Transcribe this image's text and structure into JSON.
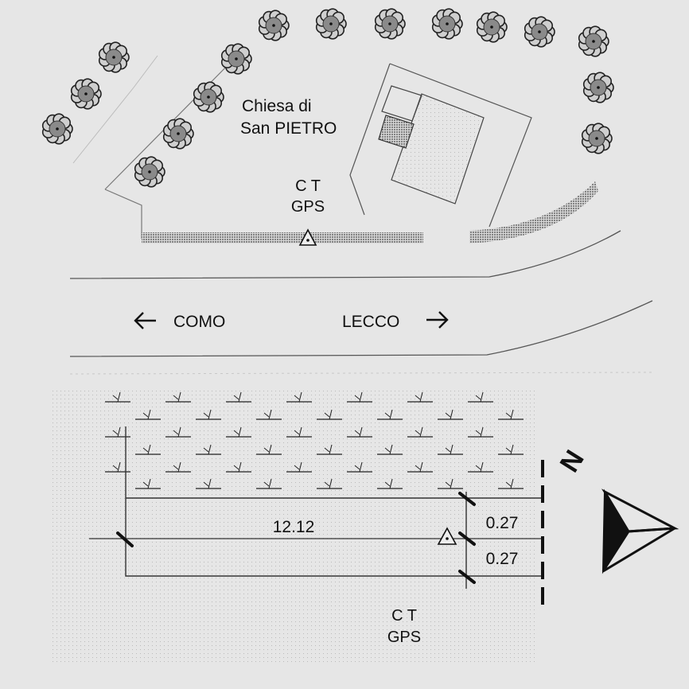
{
  "top_map": {
    "church_label_line1": "Chiesa di",
    "church_label_line2": "San PIETRO",
    "marker_label_line1": "C T",
    "marker_label_line2": "GPS",
    "direction_left": "COMO",
    "direction_right": "LECCO",
    "arrow_left_icon": "arrow-left-icon",
    "arrow_right_icon": "arrow-right-icon"
  },
  "bottom_sketch": {
    "distance_main": "12.12",
    "distance_upper": "0.27",
    "distance_lower": "0.27",
    "marker_label_line1": "C T",
    "marker_label_line2": "GPS",
    "north_label": "N",
    "north_arrow_icon": "north-arrow-icon"
  },
  "colors": {
    "background": "#e6e6e6",
    "ink": "#111111",
    "line": "#555555",
    "stipple": "#9a9a9a"
  }
}
